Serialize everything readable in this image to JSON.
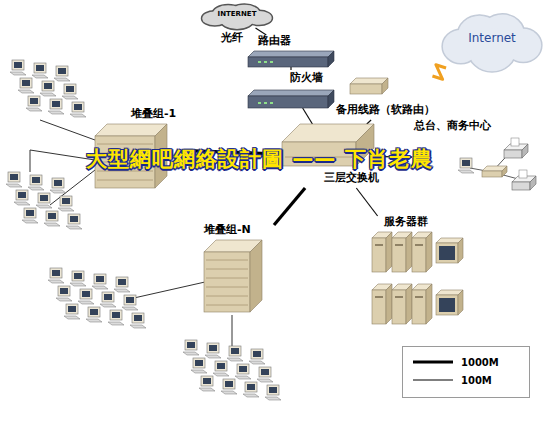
{
  "diagram": {
    "title": "大型網吧網絡設計圖 —— 下肖老農",
    "nodes": [
      {
        "text": [
          "INTERNET"
        ]
      },
      {
        "text": [
          "路由器"
        ]
      },
      {
        "text": [
          "Internet"
        ]
      },
      {
        "text": [
          "防火墙"
        ]
      },
      {
        "text": [
          "堆叠组-1"
        ]
      },
      {
        "text": [
          "备用线路（软路由）"
        ]
      },
      {
        "text": [
          "总台、商务中心"
        ]
      },
      {
        "text": [
          "三层交换机"
        ]
      },
      {
        "text": [
          "堆叠组-N"
        ]
      },
      {
        "text": [
          "服务器群"
        ]
      }
    ],
    "edges": [
      {
        "from": 0,
        "to": 1,
        "label": "光纤",
        "arrow": "none"
      },
      {
        "from": 1,
        "to": 3,
        "arrow": "none"
      },
      {
        "from": 3,
        "to": 7,
        "arrow": "none"
      },
      {
        "from": 2,
        "to": 5,
        "arrow": "none"
      },
      {
        "from": 5,
        "to": 7,
        "arrow": "none"
      },
      {
        "from": 7,
        "to": 6,
        "arrow": "none"
      },
      {
        "from": 7,
        "to": 4,
        "arrow": "none"
      },
      {
        "from": 7,
        "to": 8,
        "arrow": "none"
      },
      {
        "from": 7,
        "to": 9,
        "arrow": "none"
      }
    ],
    "legend": [
      {
        "text": "1000M"
      },
      {
        "text": "100M"
      }
    ]
  }
}
